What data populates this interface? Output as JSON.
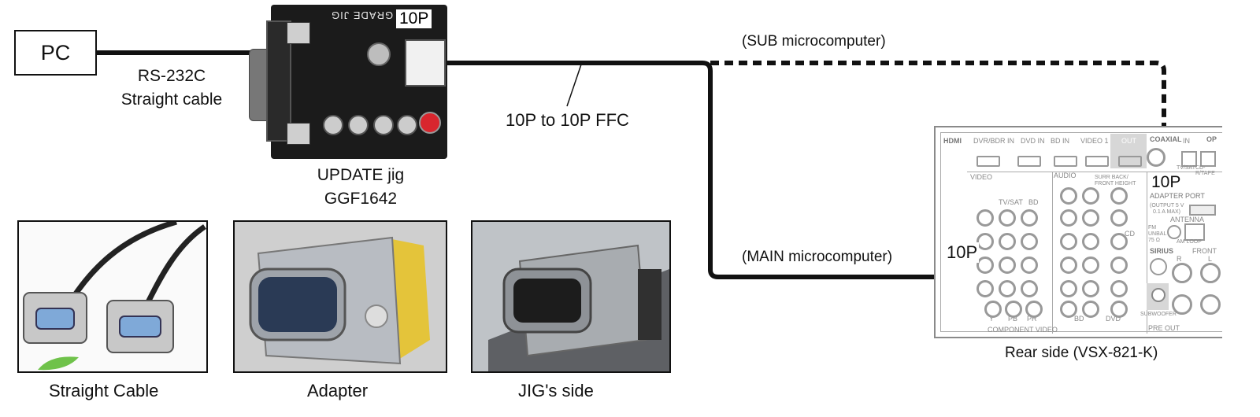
{
  "pc": {
    "label": "PC"
  },
  "cable_rs232": {
    "line1": "RS-232C",
    "line2": "Straight cable"
  },
  "jig": {
    "board_text": "GRADE JIG",
    "port_label": "10P",
    "name": "UPDATE jig",
    "part_no": "GGF1642"
  },
  "ffc": {
    "label": "10P to 10P FFC"
  },
  "sub_link": {
    "label": "(SUB microcomputer)"
  },
  "main_link": {
    "label": "(MAIN microcomputer)",
    "port_label": "10P"
  },
  "receiver": {
    "caption": "Rear side (VSX-821-K)",
    "adapter_port": {
      "title": "10P",
      "subtitle": "ADAPTER PORT",
      "note": "(OUTPUT 5 V",
      "note2": "0.1 A MAX)"
    },
    "labels": {
      "hdmi": "HDMI",
      "dvr_bdr_in": "DVR/BDR IN",
      "dvd_in": "DVD IN",
      "bd_in": "BD IN",
      "video1_in": "VIDEO 1 IN",
      "out": "OUT",
      "coaxial": "COAXIAL",
      "video": "VIDEO",
      "audio": "AUDIO",
      "tv_sat": "TV/SAT",
      "cd_r_tape": "CD-R/TAPE",
      "surr_back": "SURR BACK/",
      "front_height": "FRONT HEIGHT",
      "antenna": "ANTENNA",
      "fm_unbal": "FM UNBAL 75 Ω",
      "am_loop": "AM LOOP",
      "sirius": "SIRIUS",
      "front": "FRONT",
      "subwoofer": "SUBWOOFER",
      "pre_out": "PRE OUT",
      "component_video": "COMPONENT VIDEO",
      "op": "OP",
      "in": "IN",
      "y": "Y",
      "pb": "PB",
      "pr": "PR",
      "bd": "BD",
      "dvd": "DVD",
      "cd": "CD",
      "l": "L",
      "r": "R"
    }
  },
  "photos": [
    {
      "caption": "Straight Cable"
    },
    {
      "caption": "Adapter"
    },
    {
      "caption": "JIG's side"
    }
  ],
  "colors": {
    "line": "#111111",
    "board": "#1b1b1b",
    "jack_red": "#d8262e",
    "panel_gray": "#8a8a8a",
    "adapter_yellow": "#e4c43a"
  }
}
